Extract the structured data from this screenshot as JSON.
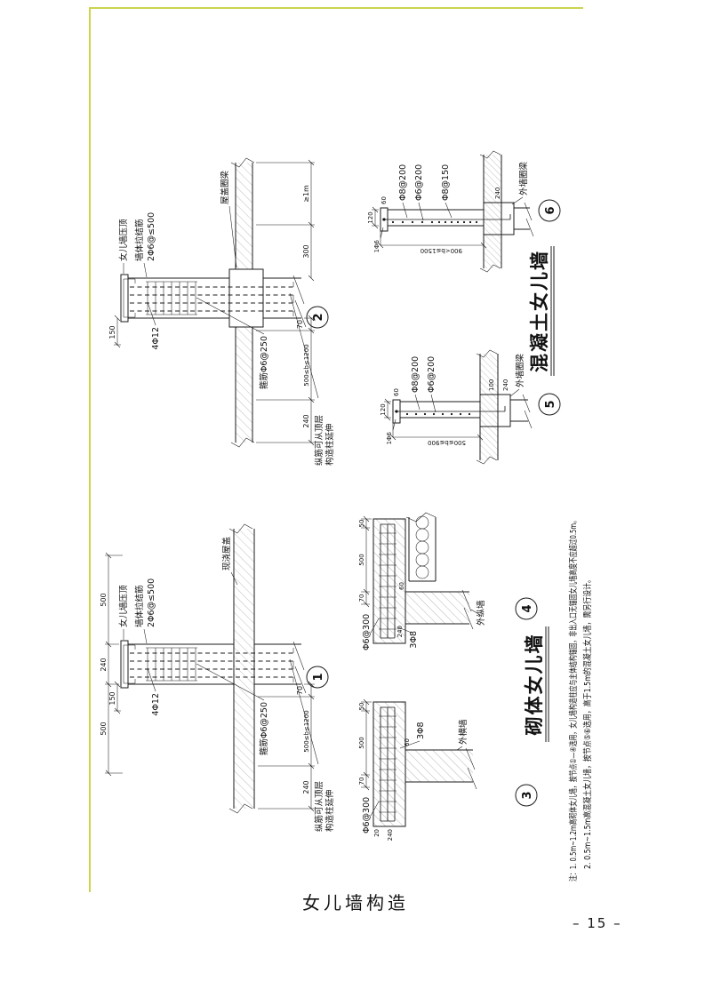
{
  "caption": "女儿墙构造",
  "page_number": "– 15 –",
  "titles": {
    "masonry": "砌体女儿墙",
    "concrete": "混凝土女儿墙"
  },
  "details": {
    "n1": "1",
    "n2": "2",
    "n3": "3",
    "n4": "4",
    "n5": "5",
    "n6": "6"
  },
  "section1": {
    "coping": "女儿墙压顶",
    "tie1": "墙体拉结筋",
    "tie2": "2Φ6@≤500",
    "roof": "现浇屋盖",
    "bars": "4Φ12",
    "stirrups": "箍筋Φ6@250",
    "ext1": "纵筋可从顶层",
    "ext2": "构造柱延伸",
    "dim150": "150",
    "top_dims": [
      "500",
      "240",
      "500"
    ],
    "bottom_dims": [
      "240",
      "500≤b≤1200",
      "70"
    ]
  },
  "section2": {
    "coping": "女儿墙压顶",
    "tie1": "墙体拉结筋",
    "tie2": "2Φ6@≤500",
    "roof": "屋盖圈梁",
    "bars": "4Φ12",
    "stirrups": "箍筋Φ6@250",
    "ext1": "纵筋可从顶层",
    "ext2": "构造柱延伸",
    "dim150": "150",
    "bottom_dims": [
      "240",
      "500≤b≤1200",
      "70"
    ],
    "right_dims": [
      "300",
      "≥1m"
    ]
  },
  "detail3": {
    "ties": "Φ6@300",
    "bars": "3Φ8",
    "wall": "外横墙",
    "dims": {
      "d70": "70",
      "d500": "500",
      "d50": "50",
      "d20": "20",
      "d240": "240",
      "d60": "60"
    }
  },
  "detail4": {
    "ties": "Φ6@300",
    "bars": "3Φ8",
    "wall": "外纵墙",
    "dims": {
      "d70": "70",
      "d500": "500",
      "d50": "50",
      "d240": "240",
      "d60": "60"
    }
  },
  "detail5": {
    "vbars": "Φ8@200",
    "hbars": "Φ6@200",
    "coping_bar": "1Φ6",
    "beam": "外墙圈梁",
    "dims": {
      "d120": "120",
      "d60": "60",
      "d100": "100",
      "d240": "240",
      "range": "500≤b≤900"
    }
  },
  "detail6": {
    "vbars1": "Φ8@200",
    "vbars2": "Φ8@150",
    "hbars": "Φ6@200",
    "coping_bar": "1Φ6",
    "beam": "外墙圈梁",
    "dims": {
      "d120": "120",
      "d60": "60",
      "d240": "240",
      "range": "900<b≤1500"
    }
  },
  "notes": {
    "line1": "注：1. 0.5m~1.2m高砌体女儿墙，按节点①—④选用，女儿墙构造柱应与主体结构锚固，非出入口无锚固女儿墙高度不应超过0.5m。",
    "line2": "2. 0.5m~1.5m高混凝土女儿墙，按节点⑤⑥选用，高于1.5m的混凝土女儿墙，需另行设计。"
  }
}
